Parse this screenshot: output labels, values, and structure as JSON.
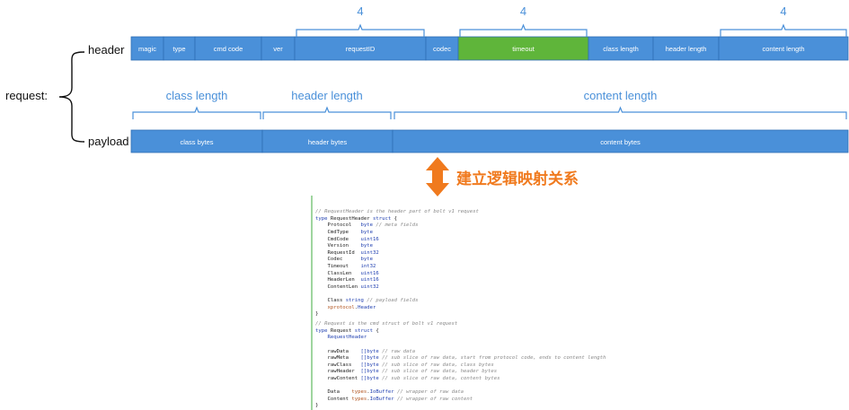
{
  "left_label": "request:",
  "header_label": "header",
  "payload_label": "payload",
  "header_fields": [
    "magic",
    "type",
    "cmd code",
    "ver",
    "requestID",
    "codec",
    "timeout",
    "class length",
    "header length",
    "content length"
  ],
  "header_braces": [
    "4",
    "4",
    "4"
  ],
  "payload_braces": [
    "class length",
    "header length",
    "content length"
  ],
  "payload_fields": [
    "class bytes",
    "header bytes",
    "content bytes"
  ],
  "arrow_label": "建立逻辑映射关系",
  "colors": {
    "field": "#4a90d9",
    "highlight": "#5fb53a",
    "brace": "#4a90d9",
    "arrow": "#f07a1e",
    "arrow_text": "#f07a1e"
  },
  "code_block1": [
    [
      {
        "t": "// RequestHeader is the header part of bolt v1 request",
        "k": "c"
      }
    ],
    [
      {
        "t": "type ",
        "k": "kw"
      },
      {
        "t": "RequestHeader ",
        "k": "nm"
      },
      {
        "t": "struct",
        "k": "kw"
      },
      {
        "t": " {",
        "k": "nm"
      }
    ],
    [
      {
        "t": "    Protocol   ",
        "k": "nm"
      },
      {
        "t": "byte",
        "k": "ty"
      },
      {
        "t": " // meta fields",
        "k": "c"
      }
    ],
    [
      {
        "t": "    CmdType    ",
        "k": "nm"
      },
      {
        "t": "byte",
        "k": "ty"
      }
    ],
    [
      {
        "t": "    CmdCode    ",
        "k": "nm"
      },
      {
        "t": "uint16",
        "k": "ty"
      }
    ],
    [
      {
        "t": "    Version    ",
        "k": "nm"
      },
      {
        "t": "byte",
        "k": "ty"
      }
    ],
    [
      {
        "t": "    RequestId  ",
        "k": "nm"
      },
      {
        "t": "uint32",
        "k": "ty"
      }
    ],
    [
      {
        "t": "    Codec      ",
        "k": "nm"
      },
      {
        "t": "byte",
        "k": "ty"
      }
    ],
    [
      {
        "t": "    Timeout    ",
        "k": "nm"
      },
      {
        "t": "int32",
        "k": "ty"
      }
    ],
    [
      {
        "t": "    ClassLen   ",
        "k": "nm"
      },
      {
        "t": "uint16",
        "k": "ty"
      }
    ],
    [
      {
        "t": "    HeaderLen  ",
        "k": "nm"
      },
      {
        "t": "uint16",
        "k": "ty"
      }
    ],
    [
      {
        "t": "    ContentLen ",
        "k": "nm"
      },
      {
        "t": "uint32",
        "k": "ty"
      }
    ],
    [
      {
        "t": "",
        "k": "nm"
      }
    ],
    [
      {
        "t": "    Class ",
        "k": "nm"
      },
      {
        "t": "string",
        "k": "ty"
      },
      {
        "t": " // payload fields",
        "k": "c"
      }
    ],
    [
      {
        "t": "    xprotocol",
        "k": "pk"
      },
      {
        "t": ".",
        "k": "nm"
      },
      {
        "t": "Header",
        "k": "ty"
      }
    ],
    [
      {
        "t": "}",
        "k": "nm"
      }
    ]
  ],
  "code_block2": [
    [
      {
        "t": "// Request is the cmd struct of bolt v1 request",
        "k": "c"
      }
    ],
    [
      {
        "t": "type ",
        "k": "kw"
      },
      {
        "t": "Request ",
        "k": "nm"
      },
      {
        "t": "struct",
        "k": "kw"
      },
      {
        "t": " {",
        "k": "nm"
      }
    ],
    [
      {
        "t": "    RequestHeader",
        "k": "ty"
      }
    ],
    [
      {
        "t": "",
        "k": "nm"
      }
    ],
    [
      {
        "t": "    rawData    ",
        "k": "nm"
      },
      {
        "t": "[]byte",
        "k": "ty"
      },
      {
        "t": " // raw data",
        "k": "c"
      }
    ],
    [
      {
        "t": "    rawMeta    ",
        "k": "nm"
      },
      {
        "t": "[]byte",
        "k": "ty"
      },
      {
        "t": " // sub slice of raw data, start from protocol code, ends to content length",
        "k": "c"
      }
    ],
    [
      {
        "t": "    rawClass   ",
        "k": "nm"
      },
      {
        "t": "[]byte",
        "k": "ty"
      },
      {
        "t": " // sub slice of raw data, class bytes",
        "k": "c"
      }
    ],
    [
      {
        "t": "    rawHeader  ",
        "k": "nm"
      },
      {
        "t": "[]byte",
        "k": "ty"
      },
      {
        "t": " // sub slice of raw data, header bytes",
        "k": "c"
      }
    ],
    [
      {
        "t": "    rawContent ",
        "k": "nm"
      },
      {
        "t": "[]byte",
        "k": "ty"
      },
      {
        "t": " // sub slice of raw data, content bytes",
        "k": "c"
      }
    ],
    [
      {
        "t": "",
        "k": "nm"
      }
    ],
    [
      {
        "t": "    Data    ",
        "k": "nm"
      },
      {
        "t": "types",
        "k": "pk"
      },
      {
        "t": ".",
        "k": "nm"
      },
      {
        "t": "IoBuffer",
        "k": "ty"
      },
      {
        "t": " // wrapper of raw data",
        "k": "c"
      }
    ],
    [
      {
        "t": "    Content ",
        "k": "nm"
      },
      {
        "t": "types",
        "k": "pk"
      },
      {
        "t": ".",
        "k": "nm"
      },
      {
        "t": "IoBuffer",
        "k": "ty"
      },
      {
        "t": " // wrapper of raw content",
        "k": "c"
      }
    ],
    [
      {
        "t": "}",
        "k": "nm"
      }
    ]
  ]
}
